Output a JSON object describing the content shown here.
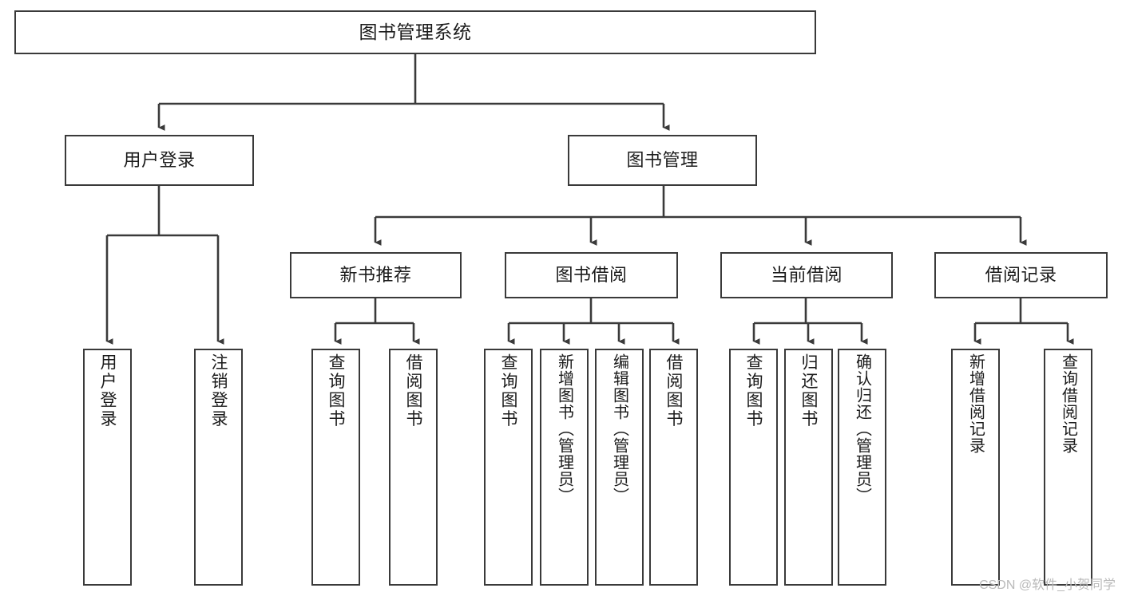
{
  "diagram": {
    "type": "tree",
    "title": "图书管理系统",
    "watermark": "CSDN @软件_小贺同学",
    "colors": {
      "box_border": "#3a3a3a",
      "box_fill": "#ffffff",
      "connector": "#3a3a3a",
      "text": "#1b1b1b",
      "watermark": "#b9b9b9"
    },
    "root": {
      "label": "图书管理系统"
    },
    "level2": [
      {
        "label": "用户登录"
      },
      {
        "label": "图书管理"
      }
    ],
    "level3": [
      {
        "label": "新书推荐"
      },
      {
        "label": "图书借阅"
      },
      {
        "label": "当前借阅"
      },
      {
        "label": "借阅记录"
      }
    ],
    "leaves": {
      "user_login": [
        {
          "label": "用户登录"
        },
        {
          "label": "注销登录"
        }
      ],
      "new_book": [
        {
          "label": "查询图书"
        },
        {
          "label": "借阅图书"
        }
      ],
      "borrow": [
        {
          "label": "查询图书"
        },
        {
          "label": "新增图书（管理员）"
        },
        {
          "label": "编辑图书（管理员）"
        },
        {
          "label": "借阅图书"
        }
      ],
      "current": [
        {
          "label": "查询图书"
        },
        {
          "label": "归还图书"
        },
        {
          "label": "确认归还（管理员）"
        }
      ],
      "records": [
        {
          "label": "新增借阅记录"
        },
        {
          "label": "查询借阅记录"
        }
      ]
    }
  }
}
